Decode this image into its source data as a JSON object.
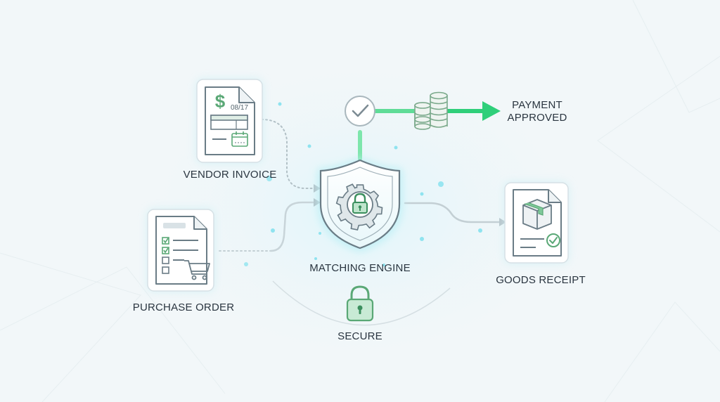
{
  "labels": {
    "vendor_invoice": "VENDOR INVOICE",
    "purchase_order": "PURCHASE ORDER",
    "matching_engine": "MATCHING ENGINE",
    "goods_receipt": "GOODS RECEIPT",
    "secure": "SECURE",
    "payment_line1": "PAYMENT",
    "payment_line2": "APPROVED"
  },
  "invoice": {
    "currency_symbol": "$",
    "date": "08/17"
  },
  "colors": {
    "accent_green": "#2fcf7a",
    "icon_green": "#5aa876",
    "glow_cyan": "#8fe3ef",
    "card_border": "#d3dde3",
    "line_gray": "#b9c6cc",
    "text_dark": "#2a3540"
  },
  "icons": {
    "invoice": "invoice-document-icon",
    "purchase_order": "checklist-cart-icon",
    "engine": "shield-gear-lock-icon",
    "goods_receipt": "package-check-icon",
    "secure": "padlock-icon",
    "check": "check-circle-icon",
    "coins": "coin-stack-icon",
    "arrow": "arrow-right-icon"
  }
}
